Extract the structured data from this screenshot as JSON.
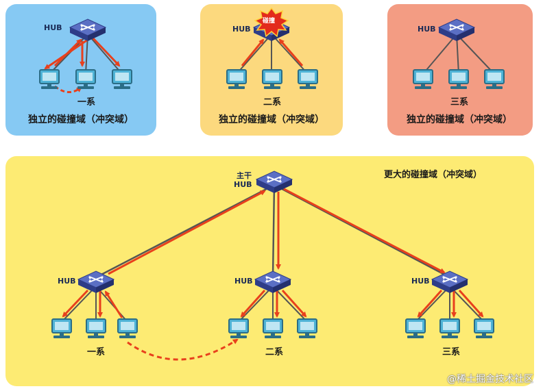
{
  "panels": {
    "top_left": {
      "hub": "HUB",
      "system": "一系",
      "caption": "独立的碰撞域（冲突域）"
    },
    "top_middle": {
      "hub": "HUB",
      "system": "二系",
      "caption": "独立的碰撞域（冲突域）",
      "collision": "碰撞"
    },
    "top_right": {
      "hub": "HUB",
      "system": "三系",
      "caption": "独立的碰撞域（冲突域）"
    },
    "bottom": {
      "title": "更大的碰撞域（冲突域）",
      "backbone_line1": "主干",
      "backbone_line2": "HUB",
      "hub_left": "HUB",
      "hub_middle": "HUB",
      "hub_right": "HUB",
      "sys_left": "一系",
      "sys_middle": "二系",
      "sys_right": "三系"
    }
  },
  "watermark": "@稀土掘金技术社区",
  "colors": {
    "signal": "#e8401c",
    "cable": "#555555",
    "hub_top": "#5b6fc4",
    "pc_screen": "#3aa6c8"
  }
}
